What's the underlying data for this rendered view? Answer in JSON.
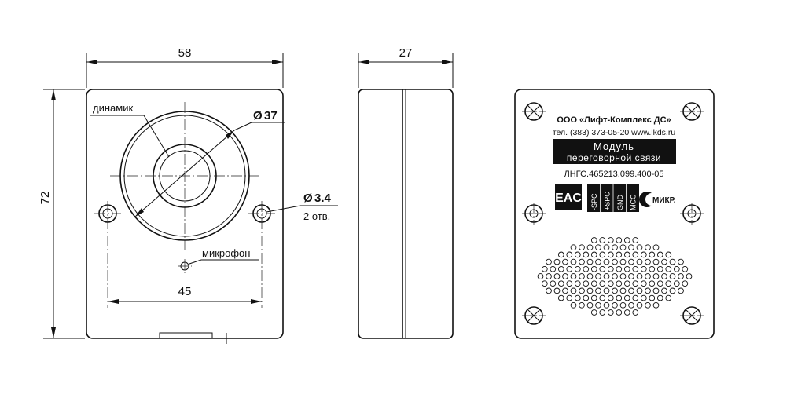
{
  "front_view": {
    "dim_width": "58",
    "dim_height": "72",
    "dim_holes_spacing": "45",
    "dim_speaker_diameter": "37",
    "dim_hole_diameter": "3.4",
    "diameter_symbol": "Ø",
    "holes_count": "2 отв.",
    "label_speaker": "динамик",
    "label_microphone": "микрофон"
  },
  "side_view": {
    "dim_depth": "27"
  },
  "back_view": {
    "company": "ООО «Лифт-Комплекс ДС»",
    "contacts": "тел. (383) 373-05-20 www.lkds.ru",
    "product_line1": "Модуль",
    "product_line2": "переговорной связи",
    "part_number": "ЛНГС.465213.099.400-05",
    "eac_mark": "EAC",
    "pins": [
      "-SPC",
      "+SPC",
      "GND",
      "MCC"
    ],
    "brand": "МИКР."
  }
}
